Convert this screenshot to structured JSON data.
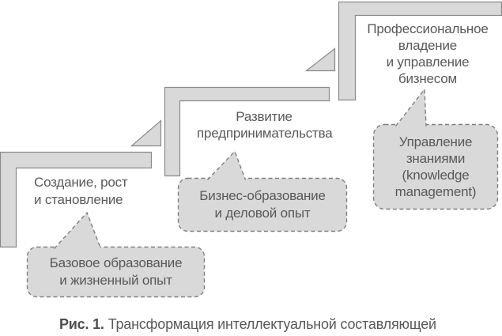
{
  "colors": {
    "fill": "#d9d9d9",
    "stroke": "#8a8a8a",
    "callout_stroke": "#7f7f7f",
    "text": "#595959",
    "caption_prefix": "#4d4d4d"
  },
  "steps": [
    {
      "label": "Создание, рост\nи становление",
      "callout": "Базовое образование\nи жизненный опыт"
    },
    {
      "label": "Развитие\nпредпринимательства",
      "callout": "Бизнес-образование\nи деловой опыт"
    },
    {
      "label": "Профессиональное\nвладение\nи управление\nбизнесом",
      "callout": "Управление\nзнаниями\n(knowledge\nmanagement)"
    }
  ],
  "caption": {
    "prefix": "Рис. 1.",
    "text": "Трансформация интеллектуальной составляющей"
  }
}
